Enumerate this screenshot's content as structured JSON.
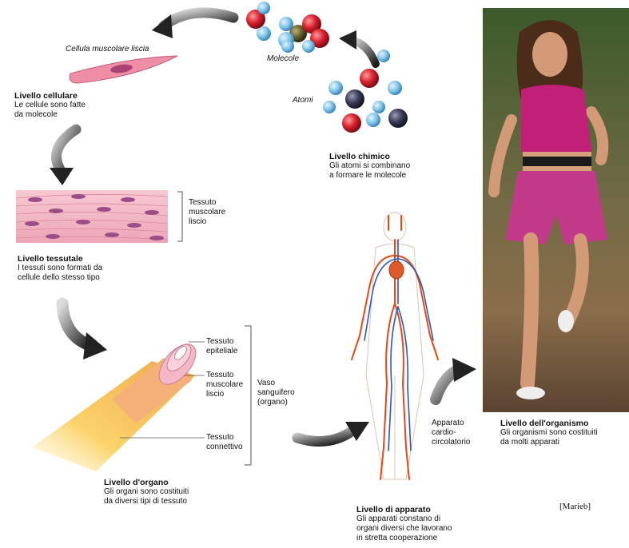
{
  "chemical": {
    "molecules_label": "Molecole",
    "atoms_label": "Atomi",
    "title": "Livello chimico",
    "desc1": "Gli atomi si combinano",
    "desc2": "a formare le molecole"
  },
  "cellular": {
    "cell_label": "Cellula muscolare liscia",
    "title": "Livello cellulare",
    "desc1": "Le cellule sono fatte",
    "desc2": "da molecole"
  },
  "tissue": {
    "label1": "Tessuto",
    "label2": "muscolare",
    "label3": "liscio",
    "title": "Livello tessutale",
    "desc1": "I tessuti sono formati da",
    "desc2": "cellule dello stesso tipo"
  },
  "organ": {
    "epithelial1": "Tessuto",
    "epithelial2": "epiteliale",
    "muscle1": "Tessuto",
    "muscle2": "muscolare",
    "muscle3": "liscio",
    "connective1": "Tessuto",
    "connective2": "connettivo",
    "vessel1": "Vaso",
    "vessel2": "sanguifero",
    "vessel3": "(organo)",
    "title": "Livello d'organo",
    "desc1": "Gli organi sono costituiti",
    "desc2": "da diversi tipi di tessuto"
  },
  "system": {
    "label1": "Apparato",
    "label2": "cardio-",
    "label3": "circolatorio",
    "title": "Livello di apparato",
    "desc1": "Gli apparati constano di",
    "desc2": "organi diversi che lavorano",
    "desc3": "in stretta cooperazione"
  },
  "organism": {
    "title": "Livello dell'organismo",
    "desc1": "Gli organismi sono costituiti",
    "desc2": "da molti apparati"
  },
  "credit": "[Marieb]",
  "colors": {
    "atom_blue": "#7ec3e8",
    "atom_red": "#d8202e",
    "atom_dark": "#3a3c55",
    "arrow": "#333333",
    "tissue_pink": "#f3b8c4",
    "vessel_yellow": "#f7c84a"
  }
}
